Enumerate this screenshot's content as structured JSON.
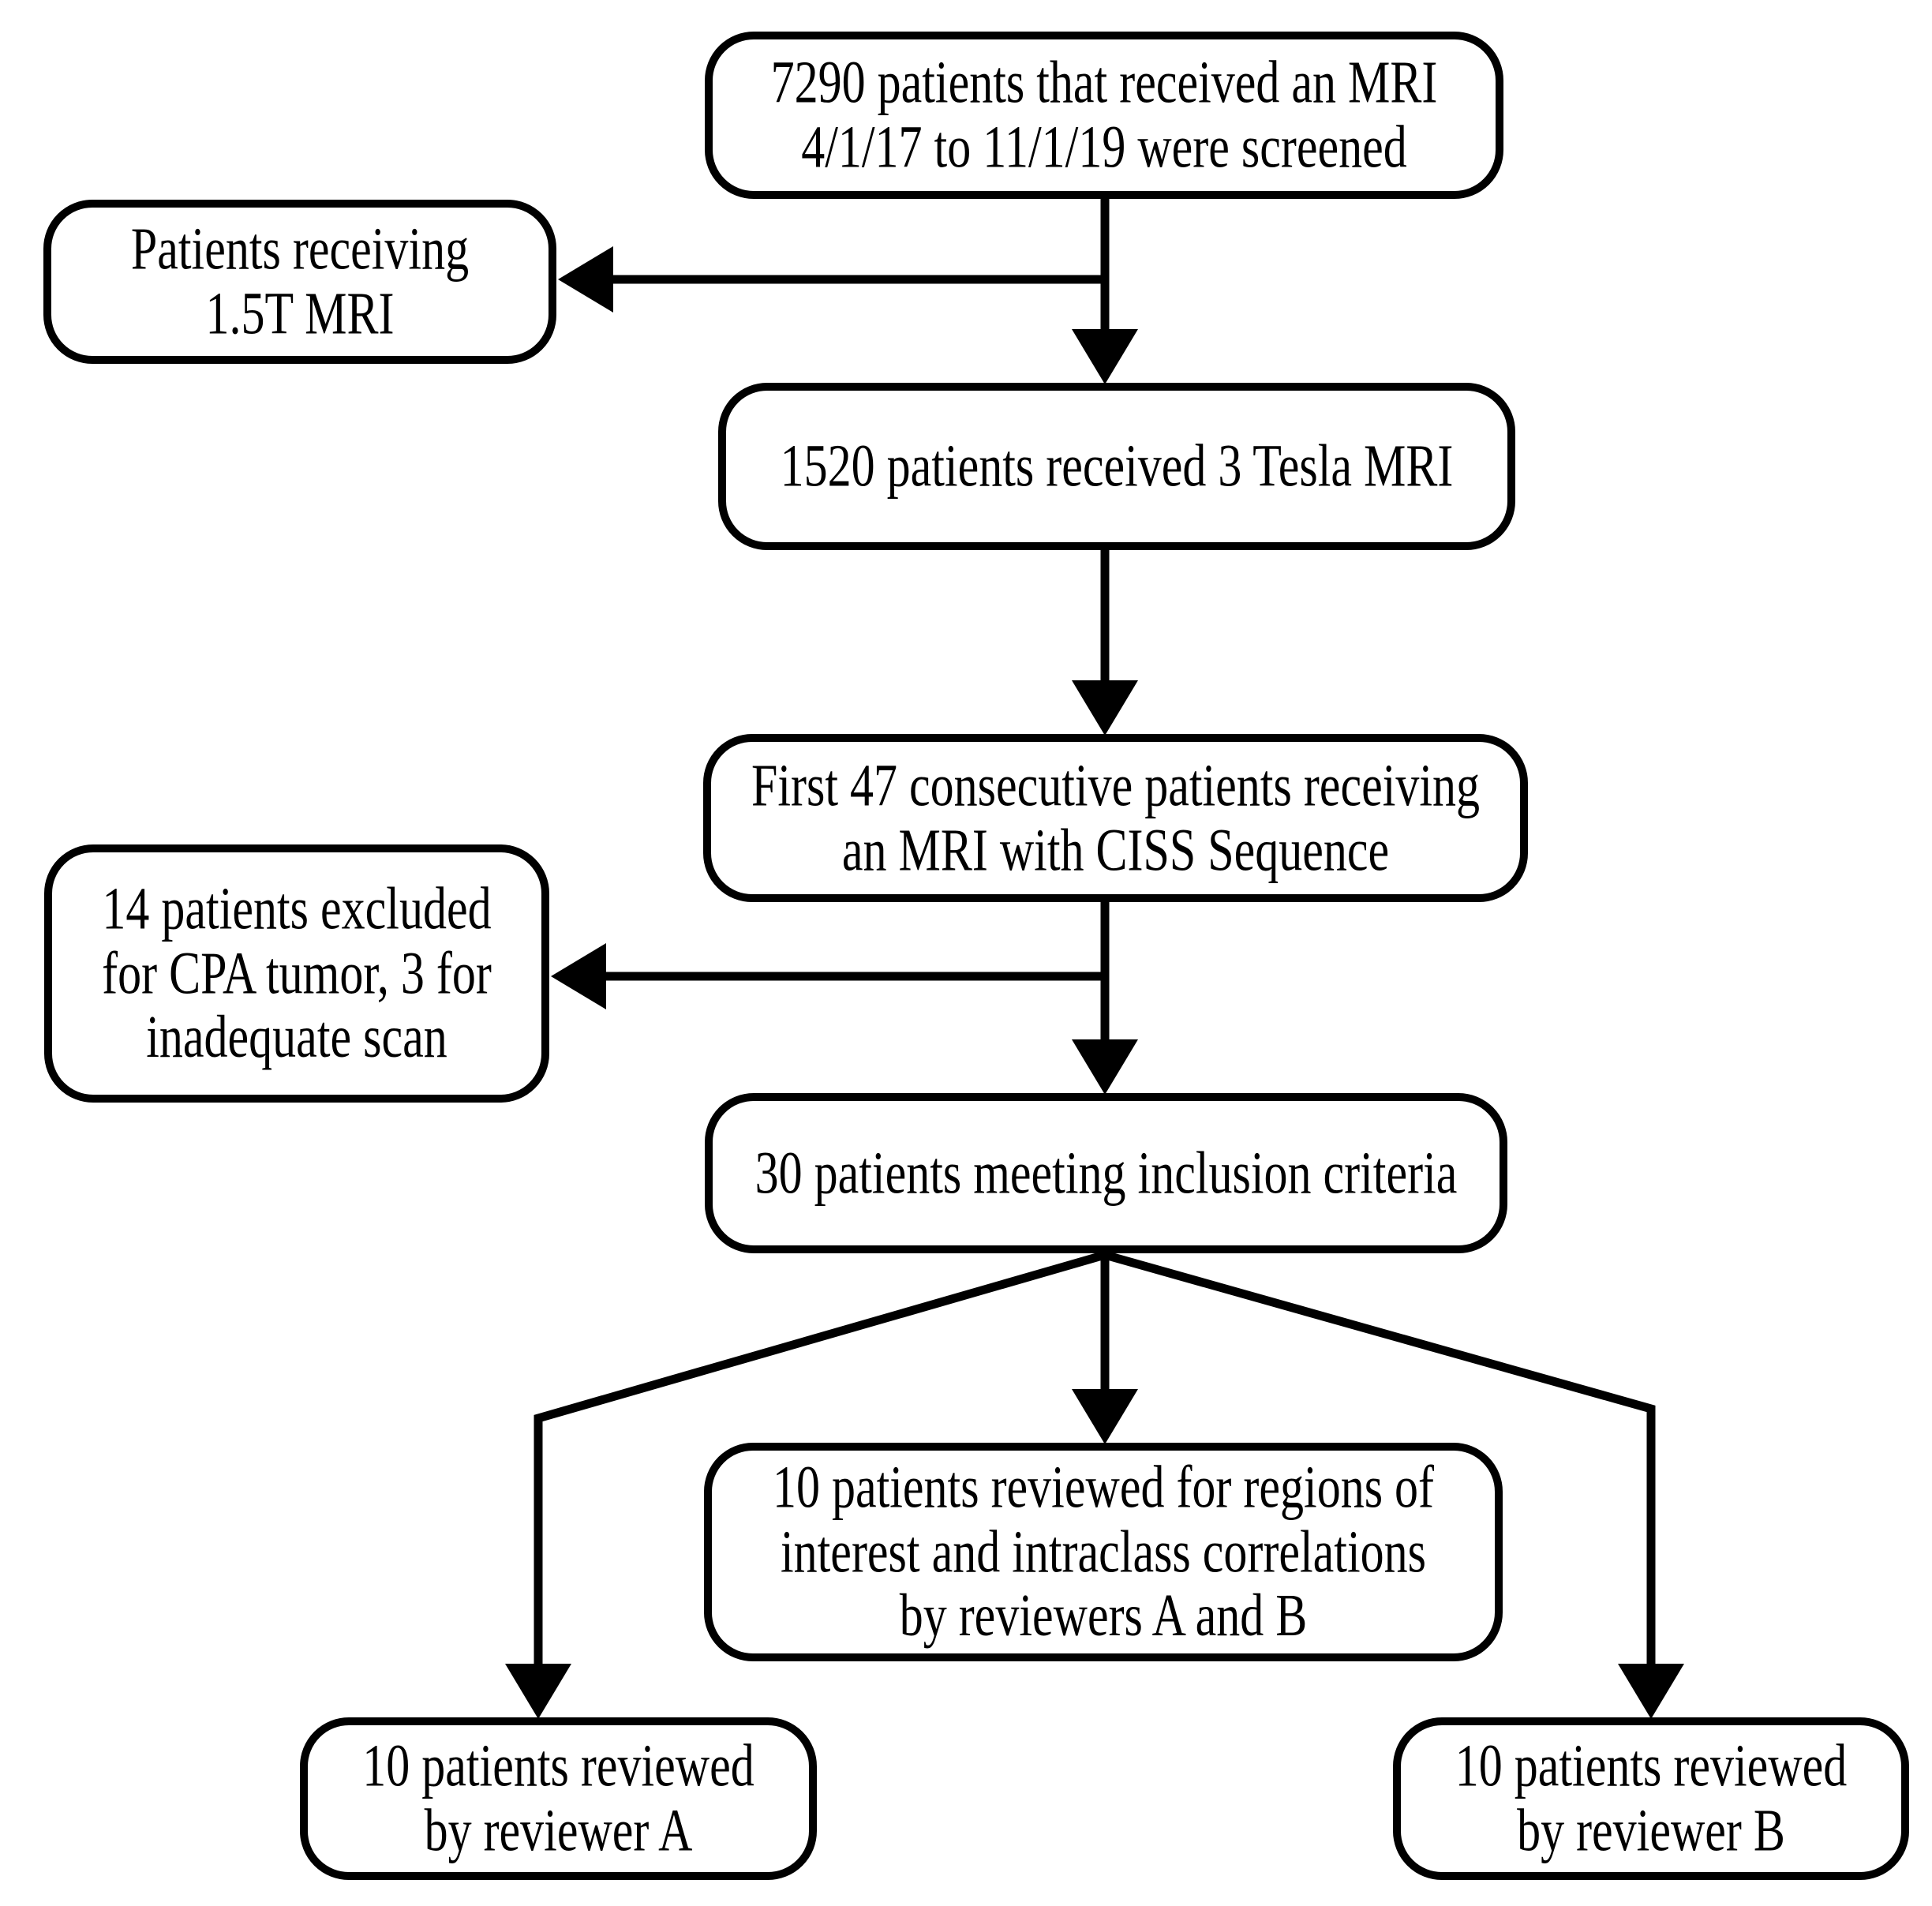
{
  "diagram": {
    "type": "flowchart",
    "background_color": "#ffffff",
    "stroke_color": "#000000",
    "text_color": "#000000",
    "nodes": {
      "screened": {
        "label": "7290 patients that received an MRI\n4/1/17 to 11/1/19 were screened"
      },
      "receiving15t": {
        "label": "Patients receiving\n1.5T MRI"
      },
      "tesla3": {
        "label": "1520 patients received 3 Tesla MRI"
      },
      "ciss": {
        "label": "First 47 consecutive patients receiving\nan MRI with CISS Sequence"
      },
      "excluded": {
        "label": "14 patients excluded\nfor CPA tumor, 3 for\ninadequate scan"
      },
      "inclusion": {
        "label": "30 patients meeting inclusion criteria"
      },
      "roi": {
        "label": "10 patients reviewed for regions of\ninterest and intraclass correlations\nby reviewers A and B"
      },
      "reviewer_a": {
        "label": "10 patients reviewed\nby reviewer A"
      },
      "reviewer_b": {
        "label": "10 patients reviewed\nby reviewer B"
      }
    },
    "edges": [
      {
        "from": "screened",
        "to": "receiving15t",
        "style": "side-branch-left-arrow"
      },
      {
        "from": "screened",
        "to": "tesla3",
        "style": "arrow-down"
      },
      {
        "from": "tesla3",
        "to": "ciss",
        "style": "arrow-down"
      },
      {
        "from": "ciss",
        "to": "excluded",
        "style": "side-branch-left-arrow"
      },
      {
        "from": "ciss",
        "to": "inclusion",
        "style": "arrow-down"
      },
      {
        "from": "inclusion",
        "to": "roi",
        "style": "arrow-down"
      },
      {
        "from": "inclusion",
        "to": "reviewer_a",
        "style": "elbow-arrow-down"
      },
      {
        "from": "inclusion",
        "to": "reviewer_b",
        "style": "elbow-arrow-down"
      }
    ]
  }
}
